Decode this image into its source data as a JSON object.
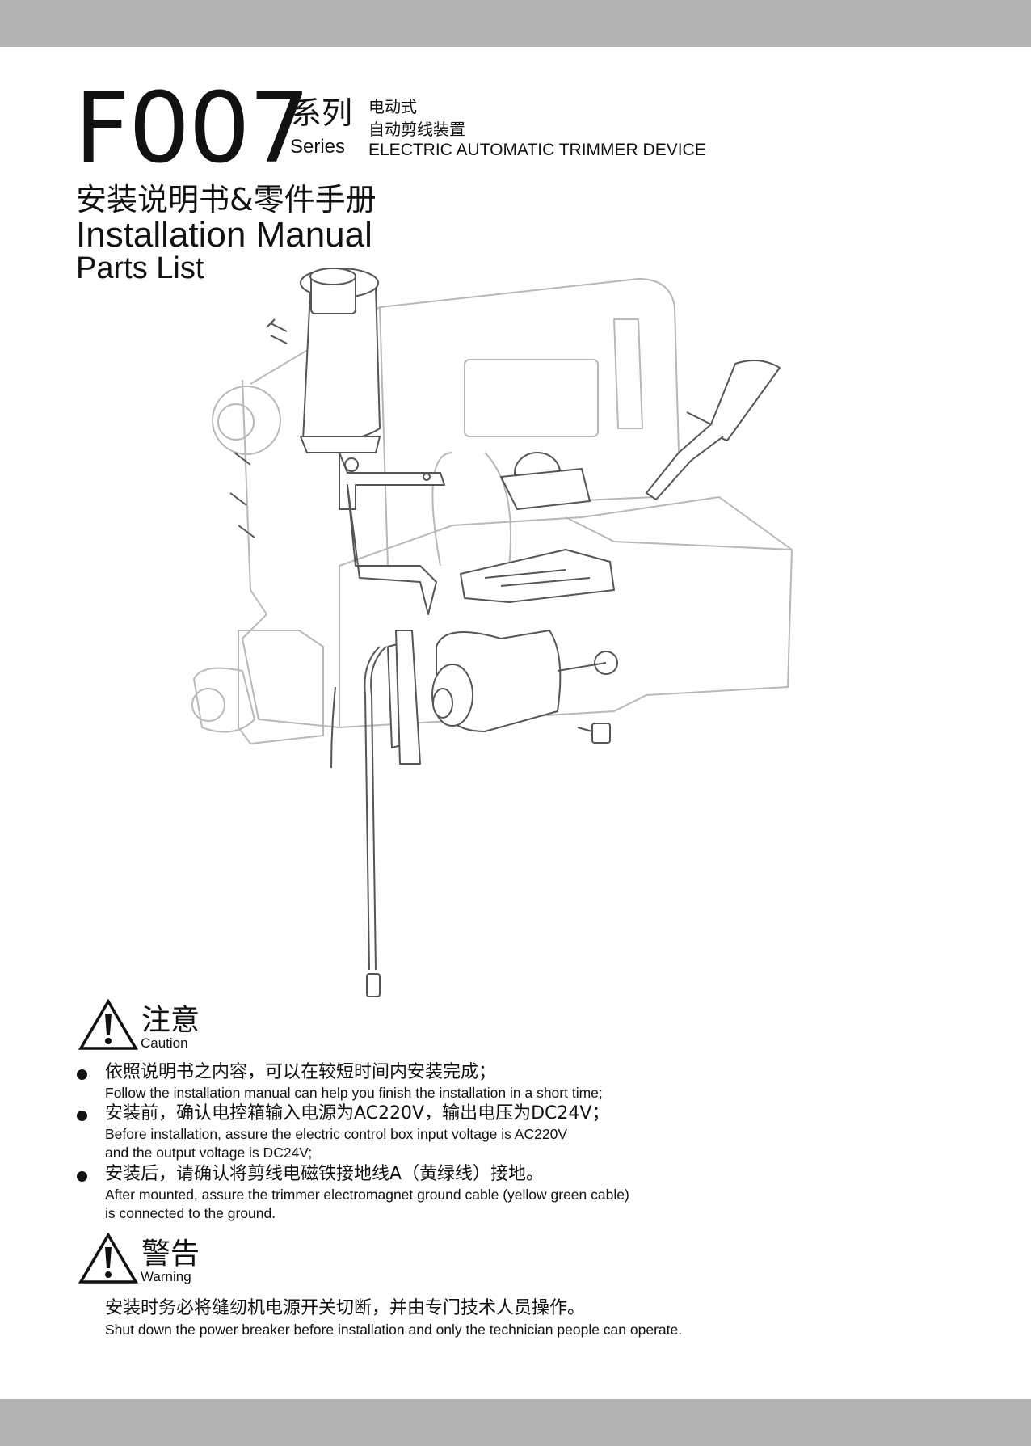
{
  "header": {
    "model": "F007",
    "series_cn": "系列",
    "series_en": "Series",
    "device_cn_line1": "电动式",
    "device_cn_line2": "自动剪线装置",
    "device_en": "ELECTRIC AUTOMATIC TRIMMER DEVICE",
    "manual_cn": "安装说明书&零件手册",
    "manual_en": "Installation Manual",
    "parts_en": "Parts List"
  },
  "caution": {
    "title_cn": "注意",
    "title_en": "Caution",
    "items": [
      {
        "cn": "依照说明书之内容，可以在较短时间内安装完成；",
        "en": [
          "Follow the installation manual can help you finish the installation in a short time;"
        ]
      },
      {
        "cn": "安装前，确认电控箱输入电源为AC220V，输出电压为DC24V；",
        "en": [
          "Before installation, assure the electric control box input voltage is AC220V",
          "and the output voltage is DC24V;"
        ]
      },
      {
        "cn": "安装后，请确认将剪线电磁铁接地线A（黄绿线）接地。",
        "en": [
          "After mounted, assure the trimmer electromagnet ground cable (yellow green cable)",
          "is connected to the ground."
        ]
      }
    ]
  },
  "warning": {
    "title_cn": "警告",
    "title_en": "Warning",
    "text_cn": "安装时务必将缝纫机电源开关切断，并由专门技术人员操作。",
    "text_en": "Shut down the power breaker before installation and only the technician people can operate."
  },
  "colors": {
    "band": "#b3b3b3",
    "ink": "#111111",
    "drawing_line": "#555555",
    "drawing_light": "#b8b8b8"
  }
}
